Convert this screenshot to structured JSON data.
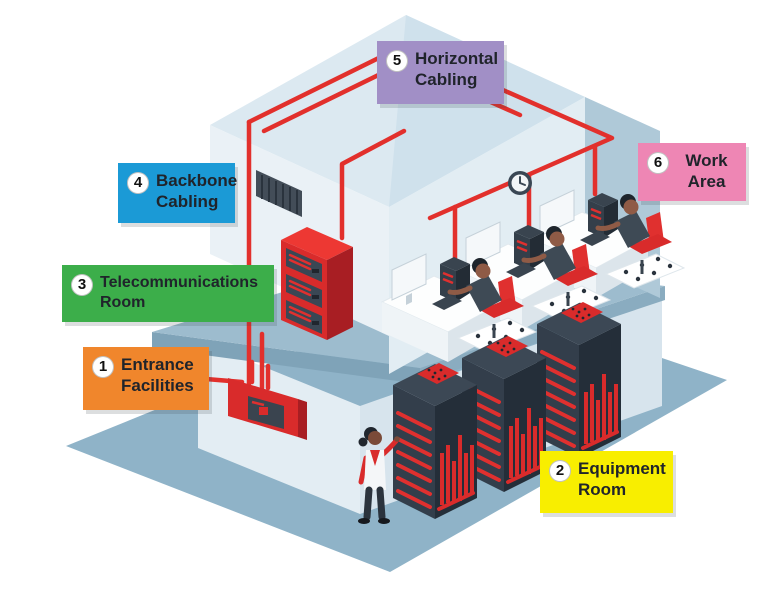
{
  "diagram": {
    "labels": [
      {
        "number": "1",
        "line1": "Entrance",
        "line2": "Facilities",
        "bg": "#F0862C"
      },
      {
        "number": "2",
        "line1": "Equipment",
        "line2": "Room",
        "bg": "#F8EE00"
      },
      {
        "number": "3",
        "line1": "Telecommunications",
        "line2": "Room",
        "bg": "#3CAE4A"
      },
      {
        "number": "4",
        "line1": "Backbone",
        "line2": "Cabling",
        "bg": "#1B9AD6"
      },
      {
        "number": "5",
        "line1": "Horizontal",
        "line2": "Cabling",
        "bg": "#A18FC6"
      },
      {
        "number": "6",
        "line1": "Work",
        "line2": "Area",
        "bg": "#EE86B4"
      }
    ],
    "colors": {
      "cable_red": "#E2302C",
      "equipment_red": "#D92B2B",
      "lower_floor": "#8FB3C8",
      "upper_slab": "#9DBCCE",
      "roof": "#DCE9F1",
      "wall_light": "#EAF1F6",
      "end_wall": "#AFC9D8",
      "rack_dark": "#333E4B",
      "badge_bg": "#FFFFFF",
      "label_text": "#20242B"
    },
    "scene": {
      "upper_floor": [
        "telecom-rack-icon",
        "vent-grille-icon",
        "wall-clock-icon",
        "workstation-icon",
        "workstation-icon",
        "workstation-icon"
      ],
      "lower_floor": [
        "entrance-junction-box-icon",
        "server-rack-icon",
        "server-rack-icon",
        "server-rack-icon",
        "technician-figure"
      ]
    }
  }
}
